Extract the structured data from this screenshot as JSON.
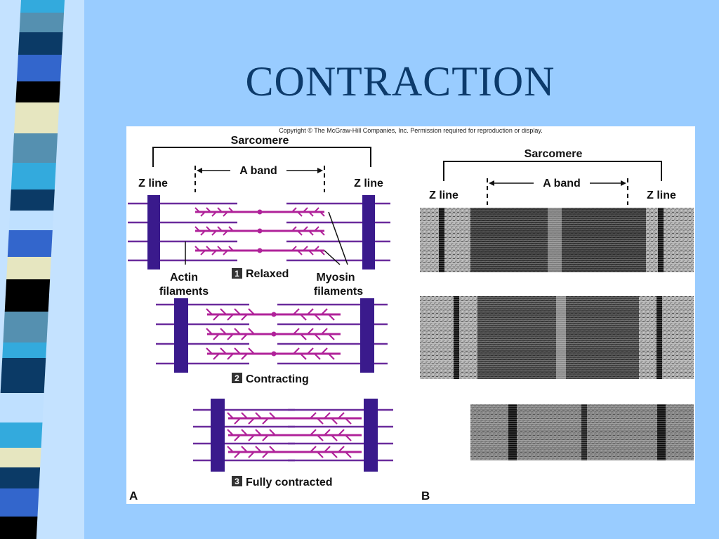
{
  "slide": {
    "title": "CONTRACTION"
  },
  "figure": {
    "copyright": "Copyright © The McGraw-Hill Companies, Inc. Permission required for reproduction or display.",
    "panel_a": {
      "letter": "A",
      "sarcomere_label": "Sarcomere",
      "a_band_label": "A band",
      "z_line_left": "Z line",
      "z_line_right": "Z line",
      "actin_label_1": "Actin",
      "actin_label_2": "filaments",
      "myosin_label_1": "Myosin",
      "myosin_label_2": "filaments",
      "states": [
        {
          "num": "1",
          "label": "Relaxed"
        },
        {
          "num": "2",
          "label": "Contracting"
        },
        {
          "num": "3",
          "label": "Fully contracted"
        }
      ]
    },
    "panel_b": {
      "letter": "B",
      "sarcomere_label": "Sarcomere",
      "a_band_label": "A band",
      "z_line_left": "Z line",
      "z_line_right": "Z line"
    }
  },
  "colors": {
    "background": "#99ccff",
    "title": "#0c3a6b",
    "filament": "#6a2b9c",
    "z_disc": "#3a1a8c",
    "myosin": "#b0239a"
  }
}
